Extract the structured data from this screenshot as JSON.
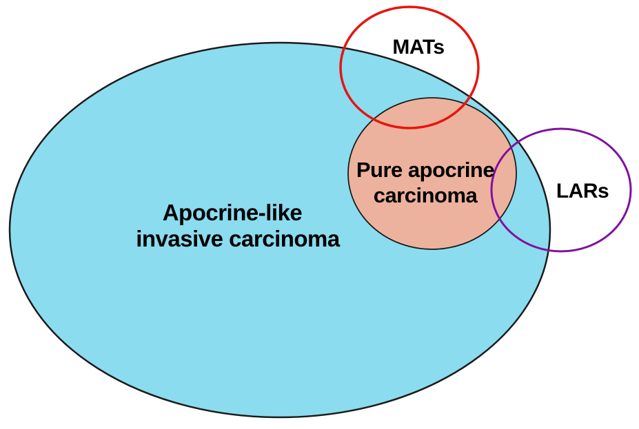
{
  "diagram": {
    "type": "venn",
    "sets": {
      "apocrine_like": {
        "label_line1": "Apocrine-like",
        "label_line2": "invasive carcinoma"
      },
      "pure_apocrine": {
        "label_line1": "Pure apocrine",
        "label_line2": "carcinoma"
      },
      "mats": {
        "label": "MATs"
      },
      "lars": {
        "label": "LARs"
      }
    }
  },
  "colors": {
    "background": "#ffffff",
    "apocrine_like_fill": "#8bdcef",
    "apocrine_like_outline": "#1b1b1b",
    "pure_apocrine_fill": "#edb29d",
    "pure_apocrine_outline": "#1b1b1b",
    "mats_outline": "#e5160e",
    "lars_outline": "#80109f",
    "label_color": "#000000"
  }
}
